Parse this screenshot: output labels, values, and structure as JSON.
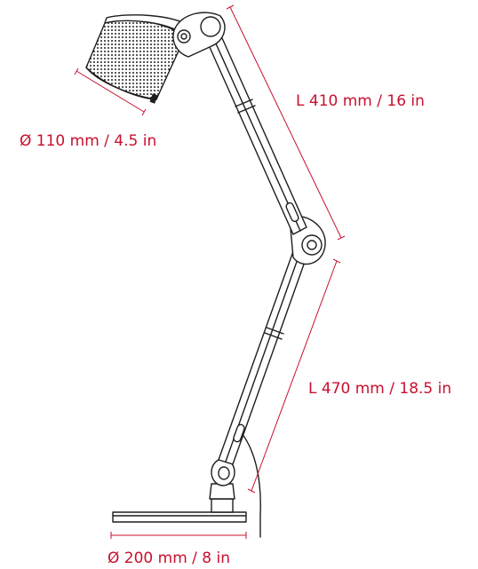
{
  "dimensions": {
    "shade_diameter": "Ø 110 mm / 4.5 in",
    "upper_arm_length": "L 410 mm / 16 in",
    "lower_arm_length": "L 470 mm / 18.5 in",
    "base_diameter": "Ø 200 mm / 8 in"
  },
  "colors": {
    "dimension": "#c8102e",
    "outline": "#1e1e1e"
  }
}
